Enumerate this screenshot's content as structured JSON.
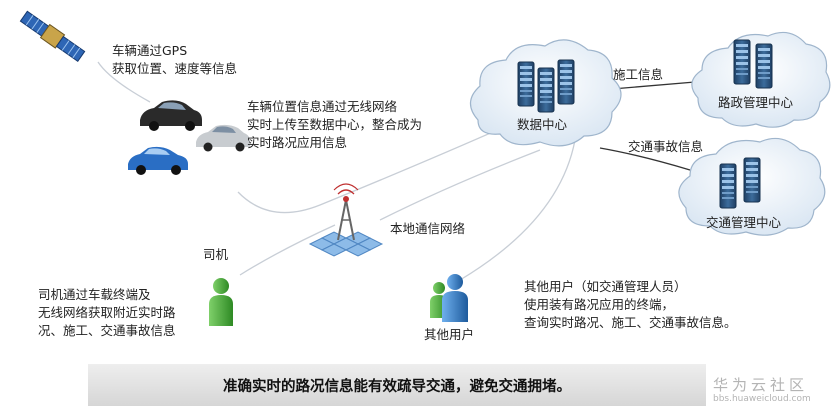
{
  "labels": {
    "gps_note": [
      "车辆通过GPS",
      "获取位置、速度等信息"
    ],
    "vehicle_note": [
      "车辆位置信息通过无线网络",
      "实时上传至数据中心，整合成为",
      "实时路况应用信息"
    ],
    "data_center": "数据中心",
    "road_admin_center": "路政管理中心",
    "traffic_mgmt_center": "交通管理中心",
    "construction_info": "施工信息",
    "accident_info": "交通事故信息",
    "local_network": "本地通信网络",
    "driver": "司机",
    "driver_note": [
      "司机通过车载终端及",
      "无线网络获取附近实时路",
      "况、施工、交通事故信息"
    ],
    "other_users": "其他用户",
    "other_users_note": [
      "其他用户（如交通管理人员）",
      "使用装有路况应用的终端，",
      "查询实时路况、施工、交通事故信息。"
    ]
  },
  "banner": "准确实时的路况信息能有效疏导交通，避免交通拥堵。",
  "watermark": {
    "name": "华为云社区",
    "url": "bbs.huaweicloud.com"
  },
  "colors": {
    "cloud_fill": "#e4eef7",
    "server_blue": "#2f5a86",
    "person_green": "#4cae3c",
    "person_blue": "#2a74c0",
    "network_blue": "#7fb0e0"
  }
}
